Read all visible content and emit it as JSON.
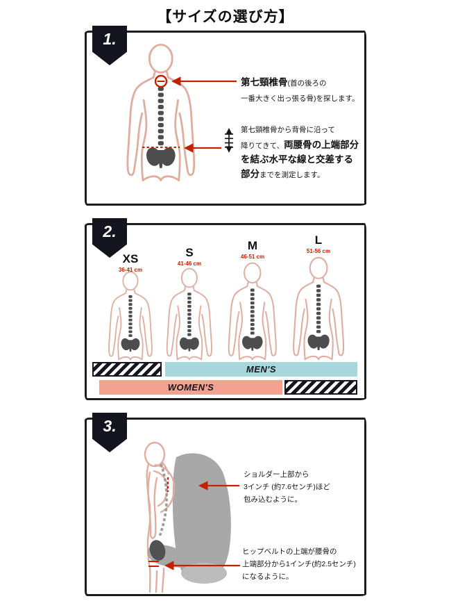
{
  "title": "【サイズの選び方】",
  "colors": {
    "accent_red": "#c22000",
    "body_outline": "#dfae9f",
    "skeleton_gray": "#4d4d4d",
    "backpack_gray": "#a8a8a8",
    "mens_bar": "#a6d7da",
    "womens_bar": "#f2a28e",
    "badge_bg": "#14141e"
  },
  "panel1": {
    "badge": "1.",
    "find_c7": {
      "bold": "第七頸椎骨",
      "paren": "(首の後ろの",
      "line2": "一番大きく出っ張る骨)を探します。"
    },
    "measure": {
      "line1": "第七頸椎骨から背骨に沿って",
      "line2_normal": "降りてきて、",
      "line2_bold": "両腰骨の上端部分",
      "line3_bold": "を結ぶ水平な線と交差する",
      "line4_bold": "部分",
      "line4_normal": "までを測定します。"
    }
  },
  "panel2": {
    "badge": "2.",
    "sizes": [
      {
        "label": "XS",
        "range": "36-41 cm"
      },
      {
        "label": "S",
        "range": "41-46 cm"
      },
      {
        "label": "M",
        "range": "46-51 cm"
      },
      {
        "label": "L",
        "range": "51-56 cm"
      }
    ],
    "mens_label": "MEN'S",
    "womens_label": "WOMEN'S"
  },
  "panel3": {
    "badge": "3.",
    "shoulder_note": {
      "line1": "ショルダー上部から",
      "line2": "3インチ (約7.6センチ)ほど",
      "line3": "包み込むように。"
    },
    "hipbelt_note": {
      "line1": "ヒップベルトの上端が腰骨の",
      "line2": "上端部分から1インチ(約2.5センチ)",
      "line3": "になるように。"
    }
  }
}
